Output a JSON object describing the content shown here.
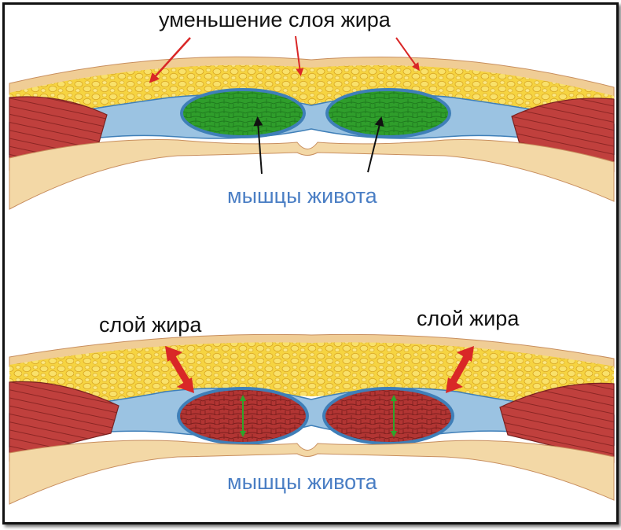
{
  "top_panel": {
    "fat_reduction_label": "уменьшение слоя жира",
    "muscles_label": "мышцы живота"
  },
  "bottom_panel": {
    "fat_layer_left_label": "слой жира",
    "fat_layer_right_label": "слой жира",
    "muscles_label": "мышцы живота"
  },
  "colors": {
    "fat": "#f5d23f",
    "fat_dark": "#e3b127",
    "skin": "#f1cf96",
    "fascia": "#8db7dc",
    "fascia_dark": "#3f7fb8",
    "muscle_red": "#b73a38",
    "muscle_green": "#2f9e2b",
    "arrow_red": "#d92727",
    "arrow_green": "#2ea42a",
    "label_blue": "#4a7ec4"
  }
}
